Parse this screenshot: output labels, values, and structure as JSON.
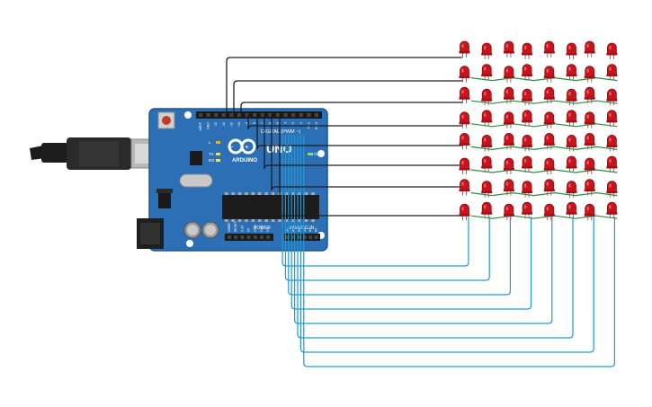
{
  "board": {
    "brand": "ARDUINO",
    "model": "UNO",
    "section_digital": "DIGITAL (PWM ~)",
    "section_power": "POWER",
    "section_analog": "ANALOG IN",
    "led_on_label": "ON",
    "led_l_label": "L",
    "led_tx_label": "TX",
    "led_rx_label": "RX",
    "pin_labels_top": [
      "AREF",
      "GND",
      "13",
      "12",
      "~11",
      "~10",
      "~9",
      "8",
      "7",
      "~6",
      "~5",
      "4",
      "~3",
      "2",
      "TX 1",
      "RX 0"
    ],
    "pin_labels_power": [
      "IOREF",
      "RESET",
      "3.3V",
      "5V",
      "GND",
      "GND",
      "Vin"
    ],
    "pin_labels_analog": [
      "A0",
      "A1",
      "A2",
      "A3",
      "A4",
      "A5"
    ]
  },
  "matrix": {
    "rows": 8,
    "cols": 8,
    "led_color": "#c8141c"
  },
  "colors": {
    "board": "#2d6fb4",
    "wire_row": "#1e1e1e",
    "wire_col": "#1e9ad6",
    "led_leg": "#2e8b3e"
  },
  "icons": {
    "usb": "usb-cable-icon",
    "power_jack": "power-jack-icon",
    "reset": "reset-button-icon",
    "logo": "arduino-logo-icon"
  }
}
